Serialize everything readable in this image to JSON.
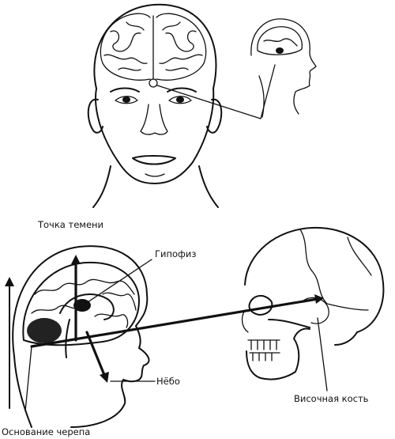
{
  "labels": {
    "vertex_point": "Точка темени",
    "pituitary": "Гипофиз",
    "palate": "Нёбо",
    "skull_base": "Основание черепа",
    "temporal_bone": "Височная кость"
  },
  "colors": {
    "ink": "#111111",
    "background": "#ffffff"
  }
}
